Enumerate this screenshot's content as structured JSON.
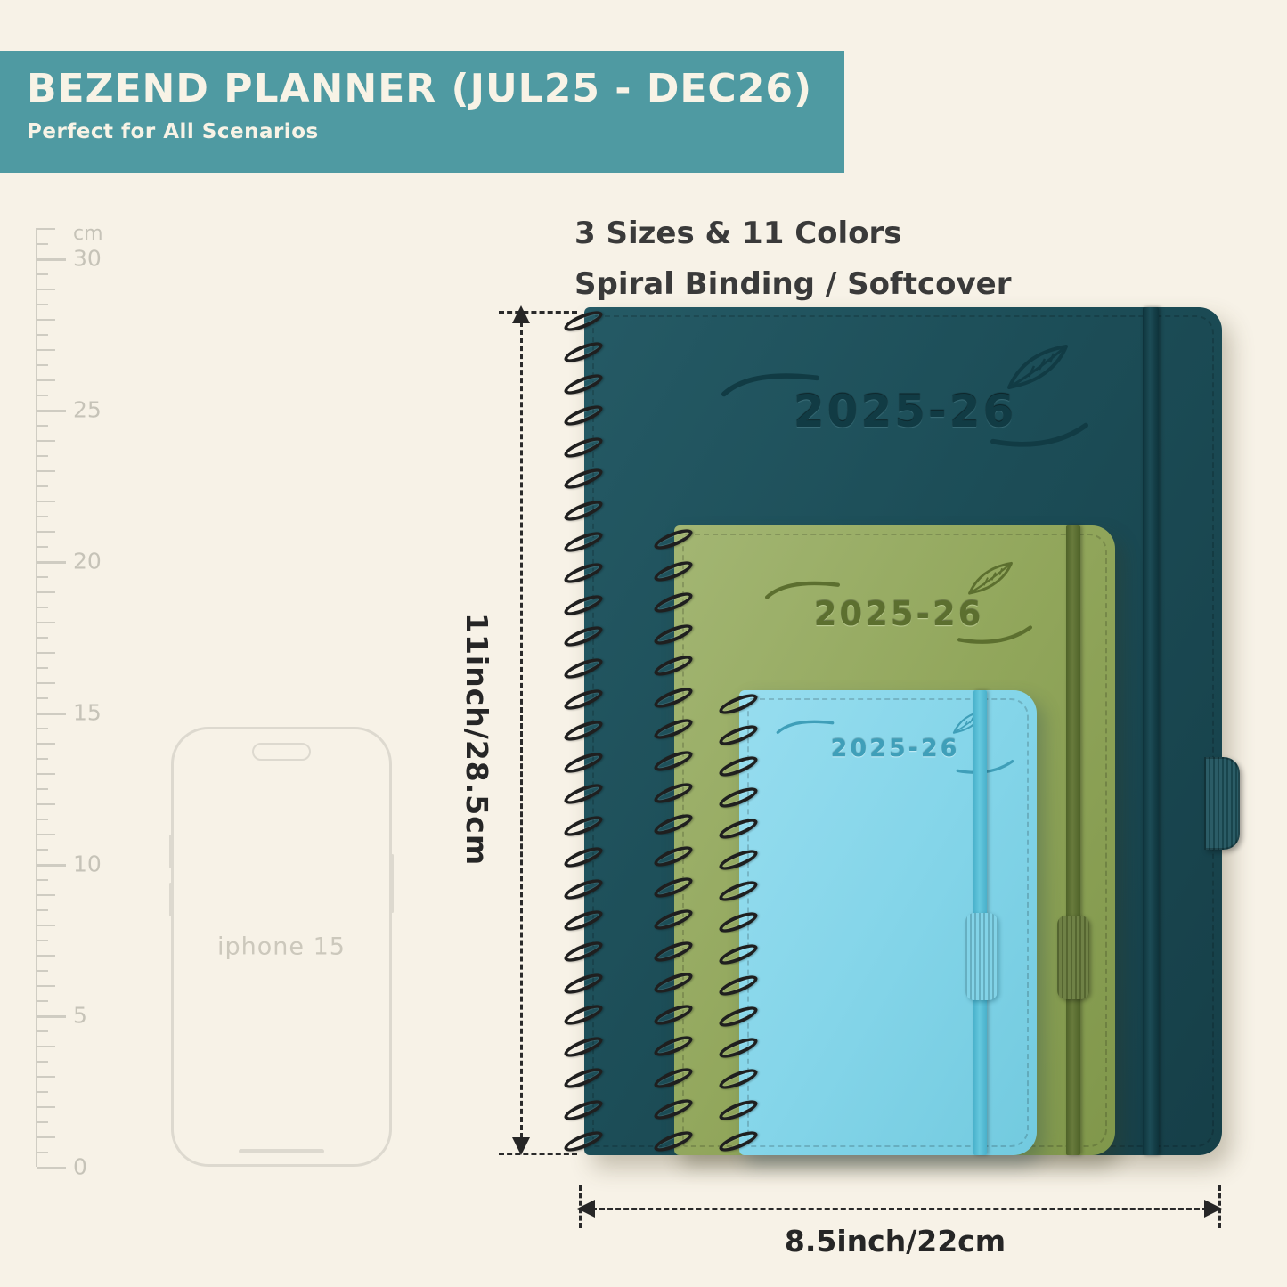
{
  "banner": {
    "title": "BEZEND PLANNER (JUL25 - DEC26)",
    "subtitle": "Perfect for All Scenarios",
    "bg_color": "#4f9aa2",
    "text_color": "#f8f3e6"
  },
  "features": {
    "line1": "3 Sizes & 11 Colors",
    "line2": "Spiral Binding / Softcover"
  },
  "ruler": {
    "unit": "cm",
    "labels": [
      30,
      25,
      20,
      15,
      10,
      5,
      0
    ]
  },
  "phone": {
    "label": "iphone 15"
  },
  "planners": {
    "large": {
      "year": "2025-26",
      "color": "#1d4e57"
    },
    "medium": {
      "year": "2025-26",
      "color": "#93a75e"
    },
    "small": {
      "year": "2025-26",
      "color": "#84d6ea"
    }
  },
  "dimensions": {
    "height": "11inch/28.5cm",
    "width": "8.5inch/22cm"
  },
  "page_bg": "#f7f2e7"
}
